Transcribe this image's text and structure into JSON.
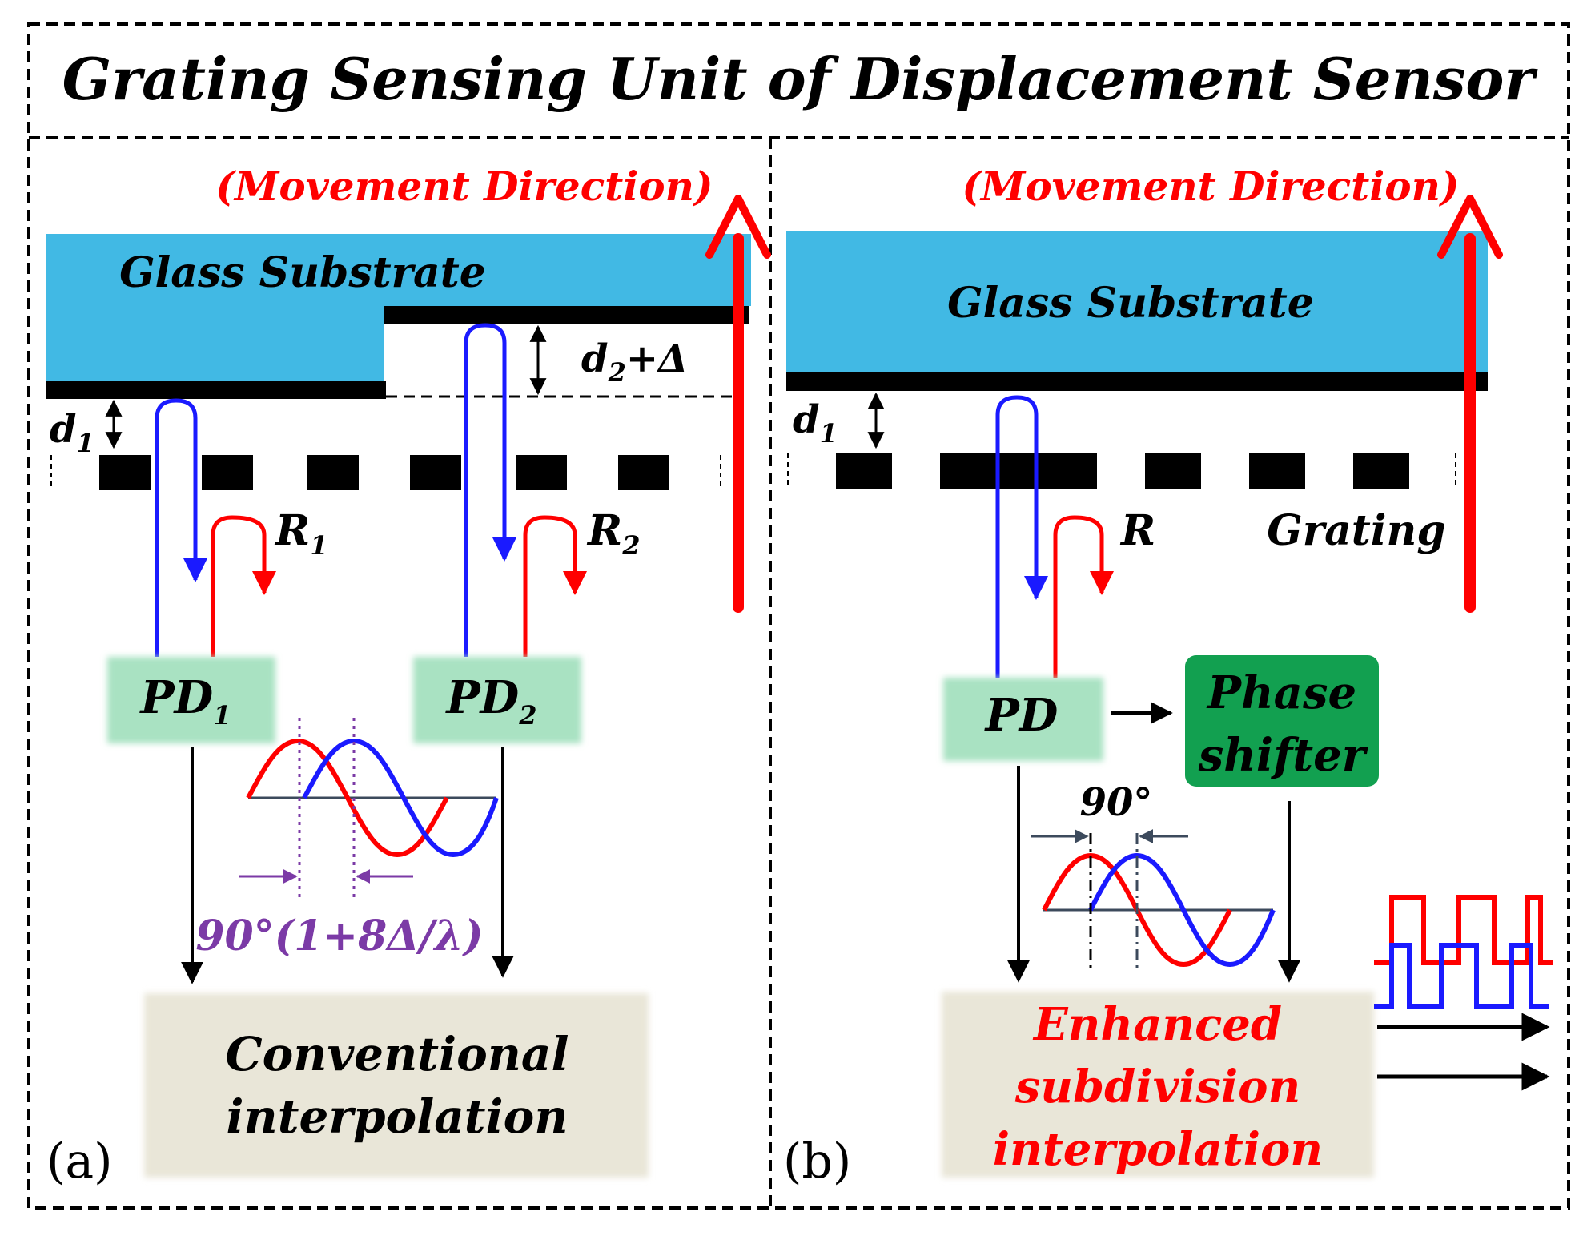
{
  "title": "Grating Sensing Unit of Displacement Sensor",
  "panel_a": {
    "label": "(a)",
    "movement_direction": "(Movement Direction)",
    "glass_substrate": "Glass Substrate",
    "d1": {
      "base": "d",
      "sub": "1"
    },
    "d2": {
      "base": "d",
      "sub": "2",
      "suffix": "+Δ"
    },
    "r1": {
      "base": "R",
      "sub": "1"
    },
    "r2": {
      "base": "R",
      "sub": "2"
    },
    "pd1": {
      "base": "PD",
      "sub": "1"
    },
    "pd2": {
      "base": "PD",
      "sub": "2"
    },
    "phase_label": "90°(1+8Δ/λ)",
    "interp_line1": "Conventional",
    "interp_line2": "interpolation"
  },
  "panel_b": {
    "label": "(b)",
    "movement_direction": "(Movement Direction)",
    "glass_substrate": "Glass Substrate",
    "d1": {
      "base": "d",
      "sub": "1"
    },
    "r": "R",
    "grating": "Grating",
    "pd": "PD",
    "shifter_line1": "Phase",
    "shifter_line2": "shifter",
    "phase_label": "90°",
    "interp_line1": "Enhanced",
    "interp_line2": "subdivision",
    "interp_line3": "interpolation"
  },
  "colors": {
    "glass": "#41b9e4",
    "red": "#ff0000",
    "blue": "#1a1aff",
    "pd_box": "#a9e2c2",
    "shifter_box": "#12a050",
    "interp_box": "#e9e6d8",
    "phase_purple": "#7b3aa6",
    "axis_gray": "#3c4a5c"
  }
}
